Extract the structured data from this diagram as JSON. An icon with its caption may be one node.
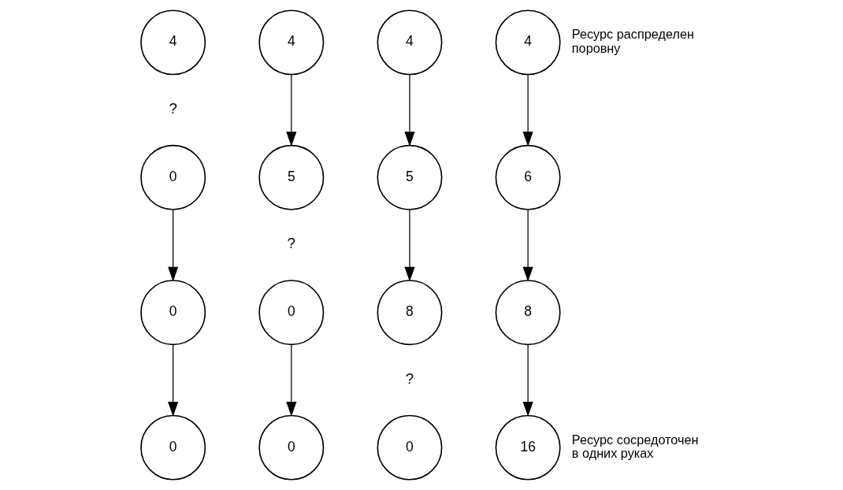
{
  "diagram": {
    "nodes": [
      {
        "text": [
          "4"
        ]
      },
      {
        "text": [
          "4"
        ]
      },
      {
        "text": [
          "4"
        ]
      },
      {
        "text": [
          "4"
        ],
        "beside": [
          "Ресурс распределен поровну"
        ]
      },
      {
        "text": [
          "0"
        ]
      },
      {
        "text": [
          "5"
        ]
      },
      {
        "text": [
          "5"
        ]
      },
      {
        "text": [
          "6"
        ]
      },
      {
        "text": [
          "0"
        ]
      },
      {
        "text": [
          "0"
        ]
      },
      {
        "text": [
          "8"
        ]
      },
      {
        "text": [
          "8"
        ]
      },
      {
        "text": [
          "0"
        ]
      },
      {
        "text": [
          "0"
        ]
      },
      {
        "text": [
          "0"
        ]
      },
      {
        "text": [
          "16"
        ],
        "beside": [
          "Ресурс сосредоточен в одних руках"
        ]
      }
    ],
    "edges": [
      {
        "from": 4,
        "to": 8,
        "arrow": "to"
      },
      {
        "from": 8,
        "to": 12,
        "arrow": "to"
      },
      {
        "from": 1,
        "to": 5,
        "arrow": "to"
      },
      {
        "from": 9,
        "to": 13,
        "arrow": "to"
      },
      {
        "from": 2,
        "to": 6,
        "arrow": "to"
      },
      {
        "from": 6,
        "to": 10,
        "arrow": "to"
      },
      {
        "from": 3,
        "to": 7,
        "arrow": "to"
      },
      {
        "from": 7,
        "to": 11,
        "arrow": "to"
      },
      {
        "from": 11,
        "to": 15,
        "arrow": "to"
      }
    ],
    "labels": [
      "?",
      "?",
      "?"
    ]
  }
}
